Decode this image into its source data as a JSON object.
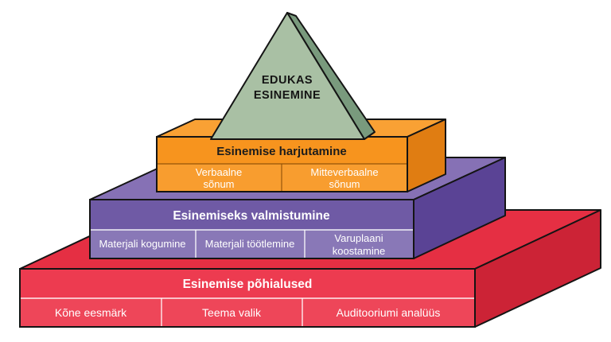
{
  "apex": {
    "line1": "EDUKAS",
    "line2": "ESINEMINE",
    "colors": {
      "face": "#a9c0a4",
      "side": "#799a7d"
    }
  },
  "upper_layer": {
    "title": "Esinemise harjutamine",
    "cells": [
      {
        "line1": "Verbaalne",
        "line2": "sõnum"
      },
      {
        "line1": "Mitteverbaalne",
        "line2": "sõnum"
      }
    ],
    "colors": {
      "front": "#f7941e",
      "cells": "#f89d2f",
      "top": "#f9a134",
      "side": "#e07d12"
    }
  },
  "middle_layer": {
    "title": "Esinemiseks valmistumine",
    "cells": [
      {
        "line1": "Materjali kogumine",
        "line2": ""
      },
      {
        "line1": "Materjali töötlemine",
        "line2": ""
      },
      {
        "line1": "Varuplaani",
        "line2": "koostamine"
      }
    ],
    "colors": {
      "front": "#6f5aa5",
      "cells": "#8978b7",
      "top": "#8671b5",
      "side": "#5a4395"
    }
  },
  "base_layer": {
    "title": "Esinemise põhialused",
    "cells": [
      {
        "line1": "Kõne eesmärk"
      },
      {
        "line1": "Teema valik"
      },
      {
        "line1": "Auditooriumi analüüs"
      }
    ],
    "colors": {
      "front": "#ed3b50",
      "cells": "#ee4659",
      "top": "#e52f43",
      "side": "#cc2336"
    }
  }
}
